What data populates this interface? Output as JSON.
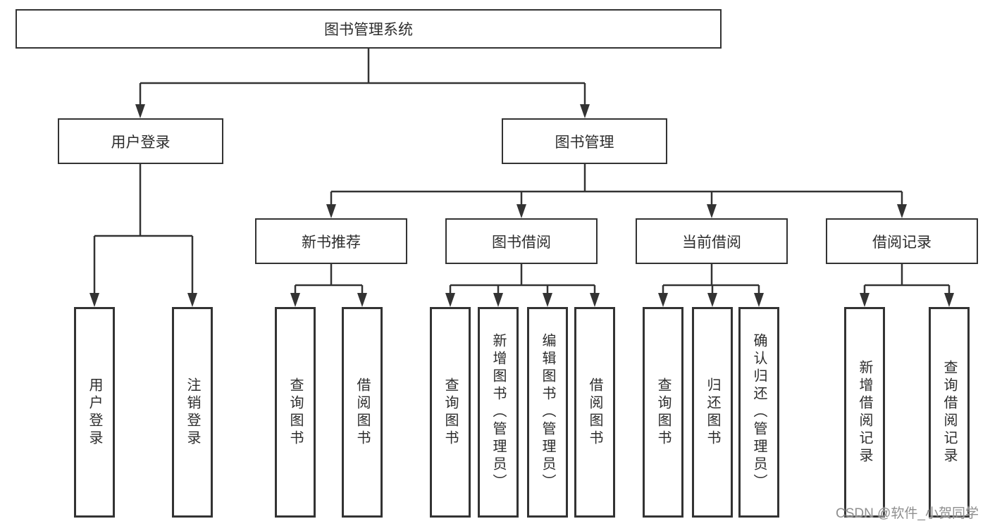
{
  "diagram": {
    "root": {
      "label": "图书管理系统"
    },
    "branches": [
      {
        "label": "用户登录",
        "children": [
          {
            "label": "用户登录"
          },
          {
            "label": "注销登录"
          }
        ]
      },
      {
        "label": "图书管理",
        "children": [
          {
            "label": "新书推荐",
            "children": [
              {
                "label": "查询图书"
              },
              {
                "label": "借阅图书"
              }
            ]
          },
          {
            "label": "图书借阅",
            "children": [
              {
                "label": "查询图书"
              },
              {
                "label": "新增图书（管理员）"
              },
              {
                "label": "编辑图书（管理员）"
              },
              {
                "label": "借阅图书"
              }
            ]
          },
          {
            "label": "当前借阅",
            "children": [
              {
                "label": "查询图书"
              },
              {
                "label": "归还图书"
              },
              {
                "label": "确认归还（管理员）"
              }
            ]
          },
          {
            "label": "借阅记录",
            "children": [
              {
                "label": "新增借阅记录"
              },
              {
                "label": "查询借阅记录"
              }
            ]
          }
        ]
      }
    ]
  },
  "watermark": {
    "text": "CSDN @软件_小贺同学"
  },
  "colors": {
    "line": "#333333",
    "text": "#2d2d2d",
    "node_background": "#ffffff",
    "page_background": "#ffffff",
    "watermark": "#8f8f8f"
  }
}
